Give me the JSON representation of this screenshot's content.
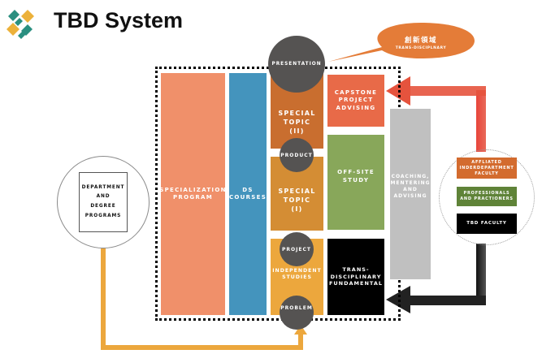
{
  "header": {
    "title": "TBD System",
    "logo_icon": "tbd-logo-icon"
  },
  "colors": {
    "specialization": "#f0906a",
    "ds_courses": "#4494bd",
    "special_topic_ii": "#c96e2f",
    "special_topic_i": "#d48d34",
    "independent_studies": "#eca73d",
    "capstone": "#e86a48",
    "off_site": "#88a75a",
    "trans_disciplinary": "#000000",
    "coaching": "#c0c0c0",
    "circle_node": "#555352",
    "bubble": "#e47c38",
    "red_arrow": "#e5533d",
    "black_arrow": "#222222",
    "yellow_arrow": "#eca73d"
  },
  "callout": {
    "zh": "創新領域",
    "en": "TRANS-DISCIPLNARY"
  },
  "columns": {
    "specialization": "SPECIALIZATION PROGRAM",
    "ds_courses": "DS COURSES"
  },
  "stages": [
    {
      "node": "PRESENTATION",
      "label": "SPECIAL TOPIC (II)"
    },
    {
      "node": "PRODUCT",
      "label": "SPECIAL TOPIC (I)"
    },
    {
      "node": "PROJECT",
      "label": "INDEPENDENT STUDIES"
    },
    {
      "node": "PROBLEM",
      "label": ""
    }
  ],
  "stage_labels": {
    "st2_line1": "SPECIAL",
    "st2_line2": "TOPIC",
    "st2_line3": "(II)",
    "st1_line1": "SPECIAL",
    "st1_line2": "TOPIC",
    "st1_line3": "(I)",
    "ind_line1": "INDEPENDENT",
    "ind_line2": "STUDIES"
  },
  "right_blocks": {
    "capstone": [
      "CAPSTONE",
      "PROJECT",
      "ADVISING"
    ],
    "off_site": [
      "OFF-SITE",
      "STUDY"
    ],
    "trans": [
      "TRANS-",
      "DISCIPLINARY",
      "FUNDAMENTAL"
    ],
    "coaching": [
      "COACHING,",
      "MENTERING",
      "AND",
      "ADVISING"
    ]
  },
  "department": [
    "DEPARTMENT",
    "AND",
    "DEGREE",
    "PROGRAMS"
  ],
  "faculty": {
    "affiliated": [
      "AFFLIATED",
      "INDERDEPARTMENT",
      "FACULTY"
    ],
    "professionals": [
      "PROFESSIONALS",
      "AND PRACTIONERS"
    ],
    "tbd": "TBD FACULTY"
  }
}
